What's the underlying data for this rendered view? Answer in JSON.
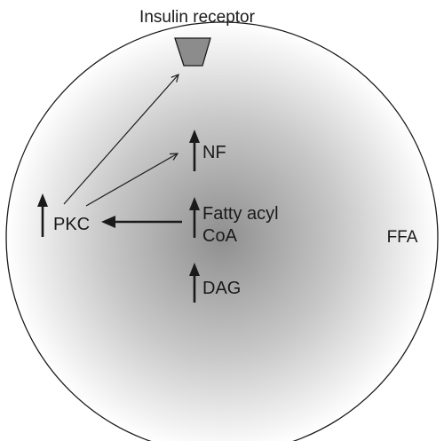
{
  "labels": {
    "receptor": "Insulin receptor",
    "outside": "FFA",
    "pkc": "PKC",
    "nf": "NF",
    "fatty_acyl_line1": "Fatty acyl",
    "fatty_acyl_line2": "CoA",
    "dag": "DAG"
  },
  "indicators": {
    "increase_symbol": "up-arrow"
  },
  "colors": {
    "stroke": "#1a1a1a",
    "receptor_fill": "#8c8c8c",
    "cell_center": "#8f8f8f",
    "cell_edge": "#ffffff"
  }
}
